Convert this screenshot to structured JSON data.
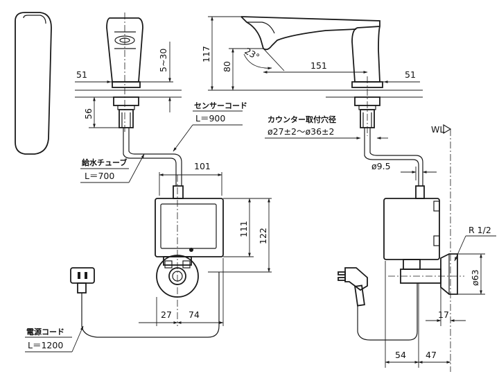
{
  "dims": {
    "spout_side_51": "51",
    "adjust_5_30": "5~30",
    "height_117": "117",
    "height_80": "80",
    "angle_23": "23°",
    "reach_151": "151",
    "spout_right_51": "51",
    "below_56": "56",
    "box_101": "101",
    "box_111": "111",
    "box_122": "122",
    "offset_27": "27",
    "offset_74": "74",
    "pipe_9_5": "ø9.5",
    "thread_r12": "R 1/2",
    "diam_63": "ø63",
    "side_17": "17",
    "side_54": "54",
    "side_47": "47",
    "wl": "WL"
  },
  "labels": {
    "sensor_cord": "センサーコード",
    "sensor_cord_len": "L＝900",
    "counter_hole": "カウンター取付穴径",
    "counter_hole_size": "ø27±2～ø36±2",
    "supply_tube": "給水チューブ",
    "supply_tube_len": "L＝700",
    "power_cord": "電源コード",
    "power_cord_len": "L＝1200"
  }
}
